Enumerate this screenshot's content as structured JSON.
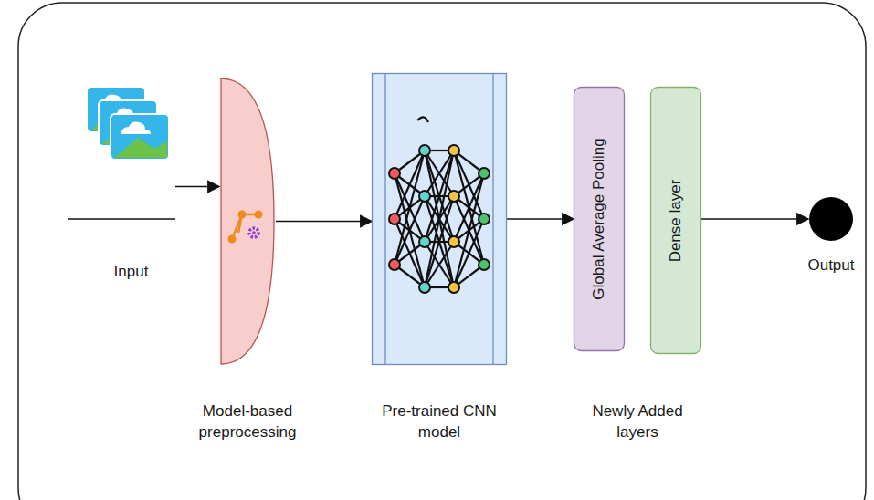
{
  "diagram": {
    "nodes": [
      {
        "text": [
          "Input"
        ]
      },
      {
        "text": [
          "Model-based preprocessing"
        ]
      },
      {
        "text": [
          "Pre-trained CNN model"
        ]
      },
      {
        "text": [
          "Global Average Pooling"
        ]
      },
      {
        "text": [
          "Dense layer"
        ]
      },
      {
        "text": [
          "Output"
        ]
      }
    ],
    "edges": [
      {
        "from": 0,
        "to": 1,
        "arrow": "to"
      },
      {
        "from": 1,
        "to": 2,
        "arrow": "to"
      },
      {
        "from": 2,
        "to": 3,
        "arrow": "to"
      },
      {
        "from": 4,
        "to": 5,
        "arrow": "to"
      }
    ],
    "labels": [
      "Newly Added layers"
    ]
  }
}
